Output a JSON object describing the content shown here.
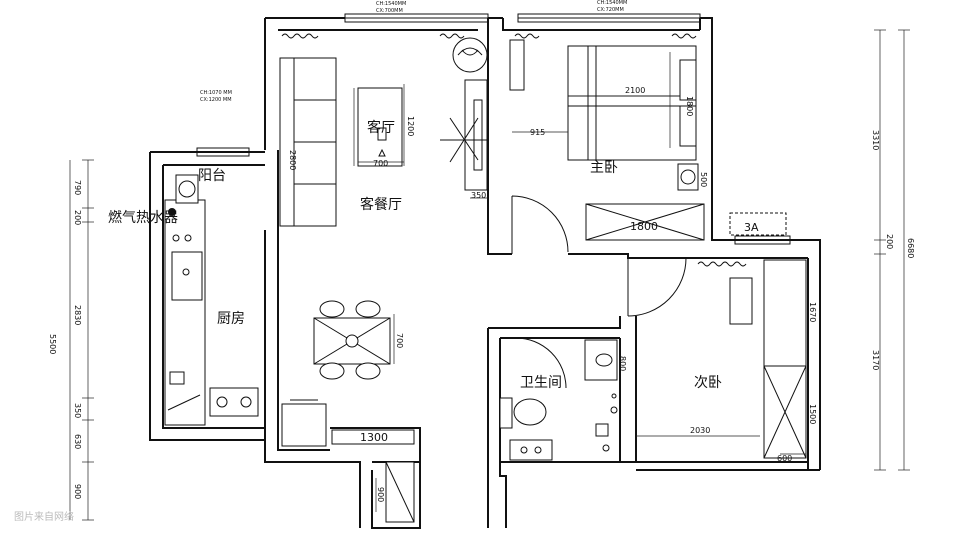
{
  "rooms": {
    "living_dining": "客餐厅",
    "living": "客厅",
    "master_bedroom": "主卧",
    "balcony": "阳台",
    "water_heater": "燃气热水器",
    "kitchen": "厨房",
    "bathroom": "卫生间",
    "second_bedroom": "次卧"
  },
  "window_notes": {
    "living_ch": "CH:1540MM",
    "living_cx": "CX:700MM",
    "master_ch": "CH:1540MM",
    "master_cx": "CX:720MM",
    "kitchen_ch": "CH:1070 MM",
    "kitchen_cx": "CX:1200 MM"
  },
  "dimensions": {
    "sofa_length": "2800",
    "coffee_table_w": "700",
    "coffee_table_h": "1200",
    "tv_unit_depth": "350",
    "bed_width": "2100",
    "bed_length": "1800",
    "master_clear": "915",
    "bedside": "500",
    "master_wardrobe": "1800",
    "cabinet_1300": "1300",
    "cabinet_900": "900",
    "second_desk": "1670",
    "second_wardrobe": "1500",
    "second_width": "2030",
    "second_bottom": "600",
    "basin": "800",
    "dining_table": "700",
    "tag": "3A",
    "left_790": "790",
    "left_200": "200",
    "left_2830": "2830",
    "left_350": "350",
    "left_630": "630",
    "left_900": "900",
    "left_total": "5500",
    "right_3310": "3310",
    "right_200": "200",
    "right_3170": "3170",
    "right_total": "6680"
  },
  "watermark": "图片来自网络"
}
